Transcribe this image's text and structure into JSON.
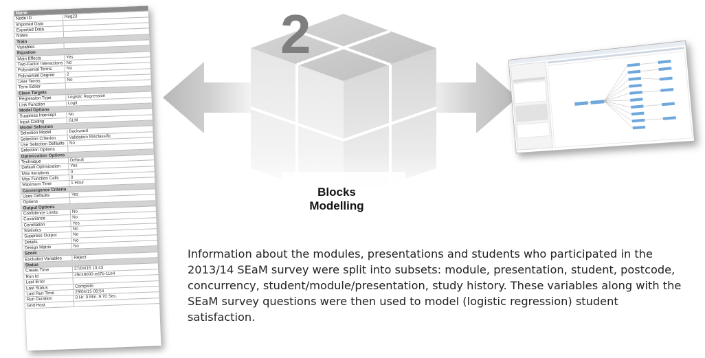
{
  "property_sheet": {
    "rows": [
      {
        "kind": "header",
        "name": "Name",
        "value": ""
      },
      {
        "kind": "row",
        "name": "Node ID",
        "value": "Reg23"
      },
      {
        "kind": "row",
        "name": "Imported Data",
        "value": ""
      },
      {
        "kind": "row",
        "name": "Exported Data",
        "value": ""
      },
      {
        "kind": "row",
        "name": "Notes",
        "value": ""
      },
      {
        "kind": "section",
        "name": "Train",
        "value": ""
      },
      {
        "kind": "row",
        "name": "Variables",
        "value": ""
      },
      {
        "kind": "section",
        "name": "Equation",
        "value": ""
      },
      {
        "kind": "row",
        "name": "Main Effects",
        "value": "Yes"
      },
      {
        "kind": "row",
        "name": "Two-Factor Interactions",
        "value": "No"
      },
      {
        "kind": "row",
        "name": "Polynomial Terms",
        "value": "No"
      },
      {
        "kind": "row",
        "name": "Polynomial Degree",
        "value": "2"
      },
      {
        "kind": "row",
        "name": "User Terms",
        "value": "No"
      },
      {
        "kind": "row",
        "name": "Term Editor",
        "value": ""
      },
      {
        "kind": "section",
        "name": "Class Targets",
        "value": ""
      },
      {
        "kind": "row",
        "name": "Regression Type",
        "value": "Logistic Regression"
      },
      {
        "kind": "row",
        "name": "Link Function",
        "value": "Logit"
      },
      {
        "kind": "section",
        "name": "Model Options",
        "value": ""
      },
      {
        "kind": "row",
        "name": "Suppress Intercept",
        "value": "No"
      },
      {
        "kind": "row",
        "name": "Input Coding",
        "value": "GLM"
      },
      {
        "kind": "section",
        "name": "Model Selection",
        "value": ""
      },
      {
        "kind": "row",
        "name": "Selection Model",
        "value": "Backward"
      },
      {
        "kind": "row",
        "name": "Selection Criterion",
        "value": "Validation Misclassific"
      },
      {
        "kind": "row",
        "name": "Use Selection Defaults",
        "value": "No"
      },
      {
        "kind": "row",
        "name": "Selection Options",
        "value": ""
      },
      {
        "kind": "section",
        "name": "Optimization Options",
        "value": ""
      },
      {
        "kind": "row",
        "name": "Technique",
        "value": "Default"
      },
      {
        "kind": "row",
        "name": "Default Optimization",
        "value": "Yes"
      },
      {
        "kind": "row",
        "name": "Max Iterations",
        "value": "0"
      },
      {
        "kind": "row",
        "name": "Max Function Calls",
        "value": "0"
      },
      {
        "kind": "row",
        "name": "Maximum Time",
        "value": "1 Hour"
      },
      {
        "kind": "section",
        "name": "Convergence Criteria",
        "value": ""
      },
      {
        "kind": "row",
        "name": "Uses Defaults",
        "value": "Yes"
      },
      {
        "kind": "row",
        "name": "Options",
        "value": ""
      },
      {
        "kind": "section",
        "name": "Output Options",
        "value": ""
      },
      {
        "kind": "row",
        "name": "Confidence Limits",
        "value": "No"
      },
      {
        "kind": "row",
        "name": "Covariance",
        "value": "No"
      },
      {
        "kind": "row",
        "name": "Correlation",
        "value": "Yes"
      },
      {
        "kind": "row",
        "name": "Statistics",
        "value": "No"
      },
      {
        "kind": "row",
        "name": "Suppress Output",
        "value": "No"
      },
      {
        "kind": "row",
        "name": "Details",
        "value": "No"
      },
      {
        "kind": "row",
        "name": "Design Matrix",
        "value": "No"
      },
      {
        "kind": "section",
        "name": "Score",
        "value": ""
      },
      {
        "kind": "row",
        "name": "Excluded Variables",
        "value": "Reject"
      },
      {
        "kind": "section",
        "name": "Status",
        "value": ""
      },
      {
        "kind": "row",
        "name": "Create Time",
        "value": "27/04/15 13:43"
      },
      {
        "kind": "row",
        "name": "Run Id",
        "value": "c9c48000-ed7b-11e4"
      },
      {
        "kind": "row",
        "name": "Last Error",
        "value": ""
      },
      {
        "kind": "row",
        "name": "Last Status",
        "value": "Complete"
      },
      {
        "kind": "row",
        "name": "Last Run Time",
        "value": "29/04/15 08:54"
      },
      {
        "kind": "row",
        "name": "Run Duration",
        "value": "0 Hr. 0 Min. 9.70 Sec."
      },
      {
        "kind": "row",
        "name": "Grid Host",
        "value": ""
      }
    ]
  },
  "cube": {
    "number": "2",
    "caption_line1": "Blocks",
    "caption_line2": "Modelling"
  },
  "description": "Information about the modules, presentations and students  who participated in the 2013/14  SEaM survey were split into subsets:  module, presentation, student, postcode, concurrency, student/module/presentation,  study history. These variables along with the SEaM survey questions were then used to model (logistic regression) student satisfaction."
}
